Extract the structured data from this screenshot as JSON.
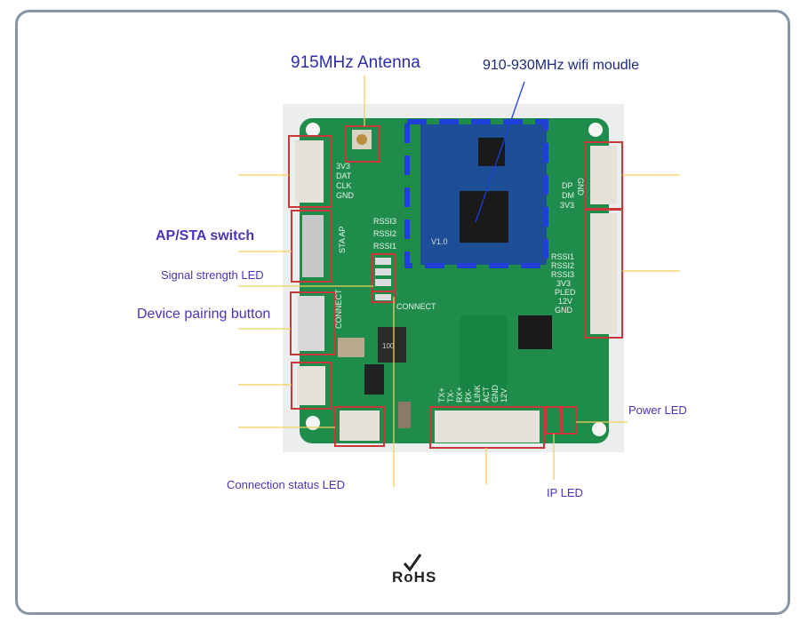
{
  "annotations": {
    "antenna": "915MHz Antenna",
    "wifi_module": "910-930MHz wifi moudle",
    "ap_sta_switch": "AP/STA switch",
    "signal_led": "Signal strength LED",
    "pairing_button": "Device pairing button",
    "connection_led": "Connection status LED",
    "ip_led": "IP LED",
    "power_led": "Power LED"
  },
  "silkscreen": {
    "left_header": [
      "3V3",
      "DAT",
      "CLK",
      "GND"
    ],
    "switch": "STA AP",
    "rssi_left": [
      "RSSI3",
      "RSSI2",
      "RSSI1"
    ],
    "connect_side": "CONNECT",
    "connect": "CONNECT",
    "module_ver": "V1.0",
    "right_top": [
      "GND",
      "DP",
      "DM",
      "3V3"
    ],
    "right_header": [
      "RSSI1",
      "RSSI2",
      "RSSI3",
      "3V3",
      "PLED",
      "12V",
      "GND"
    ],
    "bottom_header": [
      "TX+",
      "TX-",
      "RX+",
      "RX-",
      "LINK",
      "ACT",
      "GND",
      "12V"
    ],
    "inductor": "100"
  },
  "logo": {
    "text": "RoHS"
  },
  "colors": {
    "board": "#1f8c4c",
    "module": "#1e4f96",
    "highlight_red": "#c8383a",
    "module_dash": "#1f3fd8",
    "leader": "#f0d060"
  }
}
